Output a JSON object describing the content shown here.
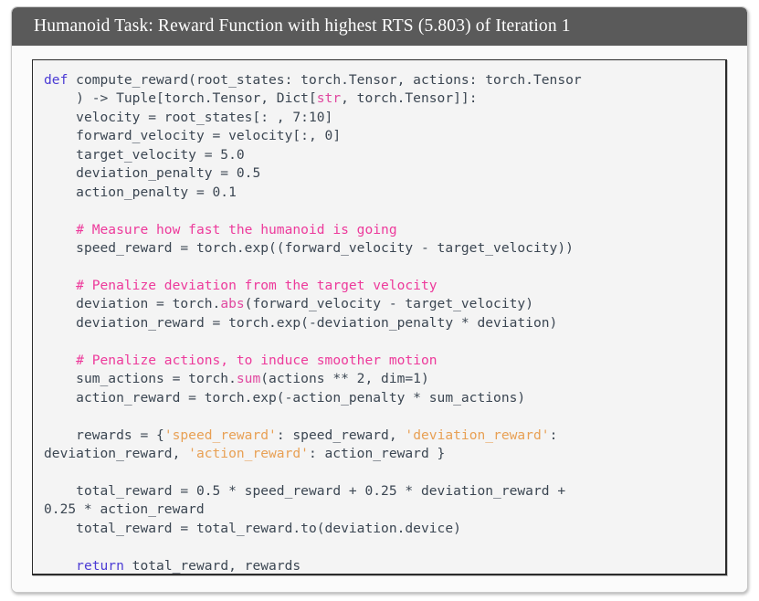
{
  "figure": {
    "title": "Humanoid Task: Reward Function with highest RTS (5.803) of Iteration 1",
    "colors": {
      "title_bar_background": "#5a5a5a",
      "title_text": "#ffffff",
      "panel_background": "#fbfbfb",
      "code_background": "#f4f4f4",
      "code_border": "#2b2b2b",
      "code_default_text": "#3b4652",
      "keyword": "#4b3bd4",
      "builtin": "#e0479f",
      "comment": "#ed3a9b",
      "string": "#e8a054"
    }
  },
  "code": {
    "language": "python",
    "function_name": "compute_reward",
    "lines": [
      {
        "indent": 0,
        "tokens": [
          {
            "t": "def ",
            "c": "kw"
          },
          {
            "t": "compute_reward(root_states: torch.Tensor, actions: torch.Tensor",
            "c": ""
          }
        ]
      },
      {
        "indent": 1,
        "tokens": [
          {
            "t": ") -> Tuple[torch.Tensor, Dict[",
            "c": ""
          },
          {
            "t": "str",
            "c": "bi"
          },
          {
            "t": ", torch.Tensor]]:",
            "c": ""
          }
        ]
      },
      {
        "indent": 1,
        "tokens": [
          {
            "t": "velocity = root_states[: , 7:10]",
            "c": ""
          }
        ]
      },
      {
        "indent": 1,
        "tokens": [
          {
            "t": "forward_velocity = velocity[:, 0]",
            "c": ""
          }
        ]
      },
      {
        "indent": 1,
        "tokens": [
          {
            "t": "target_velocity = 5.0",
            "c": ""
          }
        ]
      },
      {
        "indent": 1,
        "tokens": [
          {
            "t": "deviation_penalty = 0.5",
            "c": ""
          }
        ]
      },
      {
        "indent": 1,
        "tokens": [
          {
            "t": "action_penalty = 0.1",
            "c": ""
          }
        ]
      },
      {
        "indent": 0,
        "tokens": []
      },
      {
        "indent": 1,
        "tokens": [
          {
            "t": "# Measure how fast the humanoid is going",
            "c": "cmt"
          }
        ]
      },
      {
        "indent": 1,
        "tokens": [
          {
            "t": "speed_reward = torch.exp((forward_velocity - target_velocity))",
            "c": ""
          }
        ]
      },
      {
        "indent": 0,
        "tokens": []
      },
      {
        "indent": 1,
        "tokens": [
          {
            "t": "# Penalize deviation from the target velocity",
            "c": "cmt"
          }
        ]
      },
      {
        "indent": 1,
        "tokens": [
          {
            "t": "deviation = torch.",
            "c": ""
          },
          {
            "t": "abs",
            "c": "bi"
          },
          {
            "t": "(forward_velocity - target_velocity)",
            "c": ""
          }
        ]
      },
      {
        "indent": 1,
        "tokens": [
          {
            "t": "deviation_reward = torch.exp(-deviation_penalty * deviation)",
            "c": ""
          }
        ]
      },
      {
        "indent": 0,
        "tokens": []
      },
      {
        "indent": 1,
        "tokens": [
          {
            "t": "# Penalize actions, to induce smoother motion",
            "c": "cmt"
          }
        ]
      },
      {
        "indent": 1,
        "tokens": [
          {
            "t": "sum_actions = torch.",
            "c": ""
          },
          {
            "t": "sum",
            "c": "bi"
          },
          {
            "t": "(actions ** 2, dim=1)",
            "c": ""
          }
        ]
      },
      {
        "indent": 1,
        "tokens": [
          {
            "t": "action_reward = torch.exp(-action_penalty * sum_actions)",
            "c": ""
          }
        ]
      },
      {
        "indent": 0,
        "tokens": []
      },
      {
        "indent": 1,
        "tokens": [
          {
            "t": "rewards = {",
            "c": ""
          },
          {
            "t": "'speed_reward'",
            "c": "strg"
          },
          {
            "t": ": speed_reward, ",
            "c": ""
          },
          {
            "t": "'deviation_reward'",
            "c": "strg"
          },
          {
            "t": ":",
            "c": ""
          }
        ]
      },
      {
        "indent": 0,
        "tokens": [
          {
            "t": "deviation_reward, ",
            "c": ""
          },
          {
            "t": "'action_reward'",
            "c": "strg"
          },
          {
            "t": ": action_reward }",
            "c": ""
          }
        ]
      },
      {
        "indent": 0,
        "tokens": []
      },
      {
        "indent": 1,
        "tokens": [
          {
            "t": "total_reward = 0.5 * speed_reward + 0.25 * deviation_reward +",
            "c": ""
          }
        ]
      },
      {
        "indent": 0,
        "tokens": [
          {
            "t": "0.25 * action_reward",
            "c": ""
          }
        ]
      },
      {
        "indent": 1,
        "tokens": [
          {
            "t": "total_reward = total_reward.to(deviation.device)",
            "c": ""
          }
        ]
      },
      {
        "indent": 0,
        "tokens": []
      },
      {
        "indent": 1,
        "tokens": [
          {
            "t": "return ",
            "c": "kw"
          },
          {
            "t": "total_reward, rewards",
            "c": ""
          }
        ]
      }
    ]
  }
}
